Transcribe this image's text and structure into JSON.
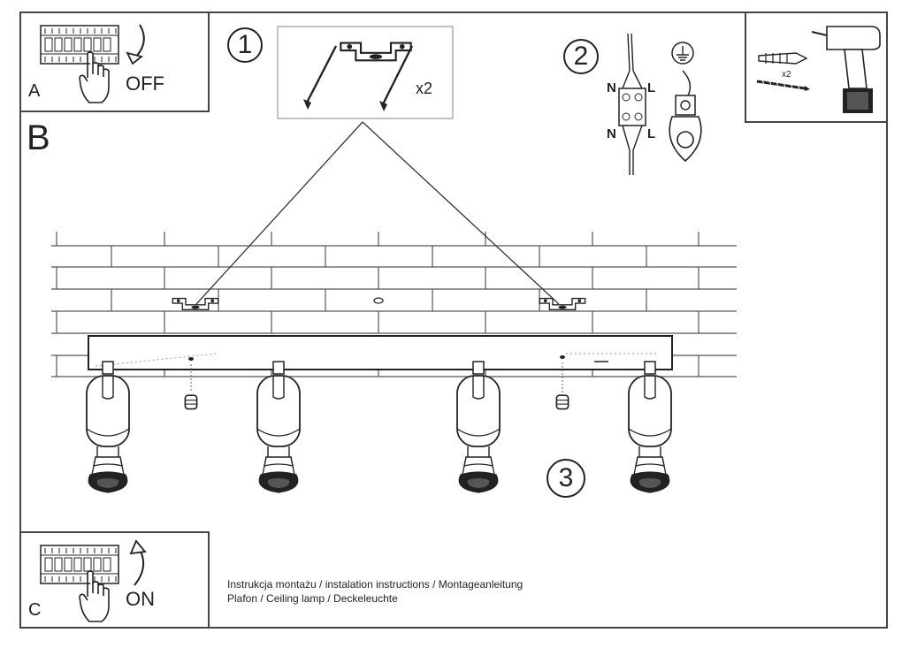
{
  "panels": {
    "a": {
      "letter": "A",
      "state": "OFF"
    },
    "b": {
      "letter": "B"
    },
    "c": {
      "letter": "C",
      "state": "ON"
    }
  },
  "steps": {
    "one": {
      "number": "1",
      "quantity": "x2"
    },
    "two": {
      "number": "2",
      "wire_labels": [
        "N",
        "L",
        "N",
        "L"
      ]
    },
    "three": {
      "number": "3"
    }
  },
  "tools": {
    "quantity": "x2"
  },
  "caption": {
    "line1": "Instrukcja montażu / instalation instructions / Montageanleitung",
    "line2": "Plafon / Ceiling lamp / Deckeleuchte"
  },
  "icons": [
    "breaker-switch-icon",
    "hand-icon",
    "arrow-down-icon",
    "arrow-up-icon",
    "mounting-bracket-icon",
    "terminal-block-icon",
    "ground-symbol-icon",
    "wall-plug-icon",
    "screw-icon",
    "drill-icon",
    "ceiling-lamp-icon"
  ],
  "colors": {
    "line": "#222222",
    "background": "#ffffff",
    "panel_border": "#444444"
  }
}
